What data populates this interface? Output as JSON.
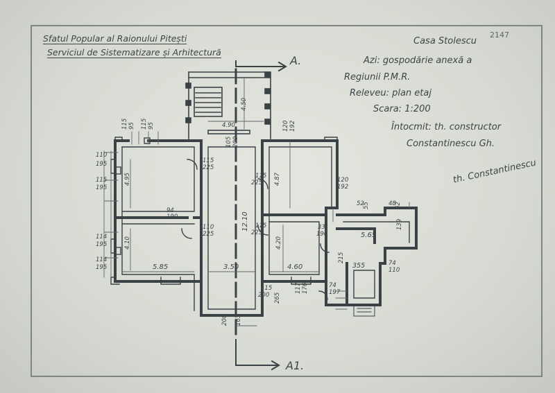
{
  "header": {
    "line1": "Sfatul Popular al Raionului Pitești",
    "line2": "Serviciul de Sistematizare și Arhitectură"
  },
  "stamp_number": "2147",
  "title_block": {
    "name": "Casa Stolescu",
    "line2": "Azi: gospodărie anexă a",
    "line3": "Regiunii P.M.R.",
    "line4": "Releveu: plan etaj",
    "line5": "Scara: 1:200",
    "line6": "Întocmit: th. constructor",
    "line7": "Constantinescu Gh.",
    "signature": "th. Constantinescu"
  },
  "section_marks": {
    "top": "A.",
    "bottom": "A1."
  },
  "dimensions": {
    "d_450": "4.50",
    "d_490": "4.90",
    "d_115a": "115",
    "d_95a": "95",
    "d_115b": "115",
    "d_95b": "95",
    "d_105": "105",
    "d_200a": "200",
    "d_120a": "120",
    "d_192a": "192",
    "d_110": "110",
    "d_195a": "195",
    "d_115c": "115",
    "d_195b": "195",
    "d_495": "4.95",
    "d_114a": "114",
    "d_195c": "195",
    "d_114b": "114",
    "d_195d": "195",
    "d_410": "4.10",
    "d_585": "5.85",
    "d_115_225a": "115",
    "d_225a": "225",
    "d_94": "94",
    "d_190a": "190",
    "d_110b": "110",
    "d_225b": "225",
    "d_1210": "12.10",
    "d_350": "3.50",
    "d_115d": "115",
    "d_225c": "225",
    "d_487": "4.87",
    "d_120b": "120",
    "d_192b": "192",
    "d_115e": "115",
    "d_225d": "225",
    "d_420": "4.20",
    "d_460": "4.60",
    "d_115f": "115",
    "d_200b": "200",
    "d_265": "265",
    "d_117": "117",
    "d_176": "176",
    "d_74a": "74",
    "d_197": "197",
    "d_52": "52",
    "d_55": "55",
    "d_48": "48",
    "d_62": "62",
    "d_139": "139",
    "d_565": "5.65",
    "d_33": "33",
    "d_190b": "190",
    "d_215": "215",
    "d_355": "355",
    "d_74b": "74",
    "d_110c": "110",
    "d_200c": "200",
    "d_163": "163"
  }
}
